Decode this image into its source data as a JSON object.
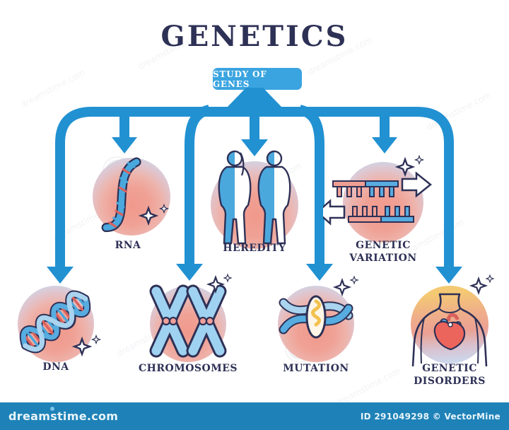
{
  "title": "GENETICS",
  "root_box": {
    "label": "STUDY OF GENES"
  },
  "nodes": [
    {
      "id": "rna",
      "label": "RNA",
      "icon": "rna-strand-icon"
    },
    {
      "id": "heredity",
      "label": "HEREDITY",
      "icon": "two-people-icon"
    },
    {
      "id": "genetic-variation",
      "label": "GENETIC\nVARIATION",
      "icon": "dna-fragments-exchange-icon"
    },
    {
      "id": "dna",
      "label": "DNA",
      "icon": "double-helix-icon"
    },
    {
      "id": "chromosomes",
      "label": "CHROMOSOMES",
      "icon": "chromosome-pair-icon"
    },
    {
      "id": "mutation",
      "label": "MUTATION",
      "icon": "mutated-helix-icon"
    },
    {
      "id": "genetic-disorders",
      "label": "GENETIC\nDISORDERS",
      "icon": "chest-heart-icon"
    }
  ],
  "watermark": {
    "text": "dreamstime.com"
  },
  "footer": {
    "brand": "dreamstime.com",
    "credit": "ID 291049298 © VectorMine"
  },
  "colors": {
    "c-navy": "#2e3156",
    "c-arrow": "#2191d2",
    "c-box": "#3aa4e0",
    "c-footer": "#1e82b8",
    "c-rim": "#ccd8ec",
    "c-pink": "#f0a096",
    "c-icon-blue": "#4aa8dd",
    "c-icon-blue-light": "#a9d3ee",
    "c-icon-red": "#e2726b",
    "c-icon-yellow": "#f2c14e"
  }
}
